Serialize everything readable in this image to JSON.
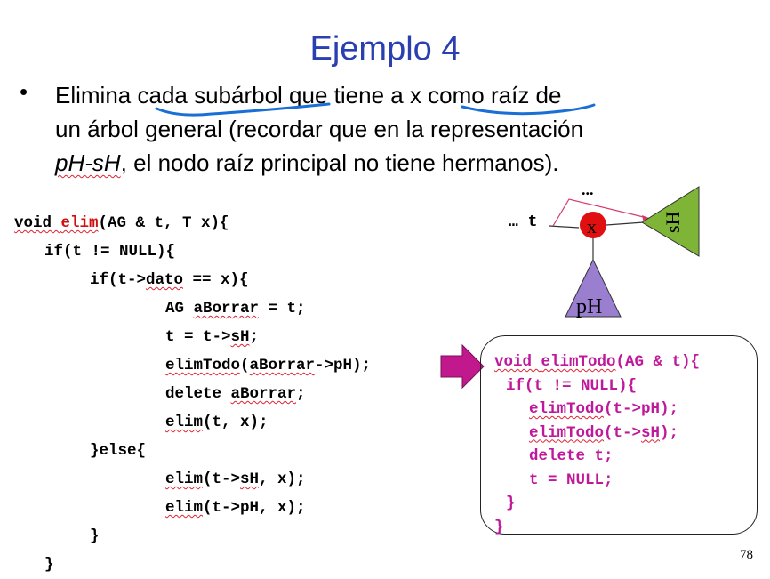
{
  "title": "Ejemplo 4",
  "bullet": {
    "symbol": "•",
    "l1_a": "Elimina ",
    "l1_b": "cada subárbol",
    "l1_c": " que tiene a ",
    "l1_d": "x como raíz",
    "l1_e": " de",
    "l2": "un árbol general (recordar que en la representación",
    "l3_a": "pH-sH",
    "l3_b": ", el nodo raíz principal no tiene hermanos)."
  },
  "code_elim": [
    {
      "indent": 0,
      "parts": [
        [
          "void ",
          "sq"
        ],
        [
          "elim",
          "red sq"
        ],
        [
          "(AG & t, T x){",
          ""
        ]
      ]
    },
    {
      "indent": 2,
      "parts": [
        [
          "if(t != NULL){",
          ""
        ]
      ]
    },
    {
      "indent": 5,
      "parts": [
        [
          "if(t->",
          ""
        ],
        [
          "dato",
          "sq"
        ],
        [
          " == x){",
          ""
        ]
      ]
    },
    {
      "indent": 10,
      "parts": [
        [
          "AG ",
          ""
        ],
        [
          "aBorrar",
          "sq"
        ],
        [
          " = t;",
          ""
        ]
      ]
    },
    {
      "indent": 10,
      "parts": [
        [
          "t = t->",
          ""
        ],
        [
          "sH",
          "sq"
        ],
        [
          ";",
          ""
        ]
      ]
    },
    {
      "indent": 10,
      "parts": [
        [
          "elimTodo",
          "sq"
        ],
        [
          "(",
          ""
        ],
        [
          "aBorrar",
          "sq"
        ],
        [
          "->pH);",
          ""
        ]
      ]
    },
    {
      "indent": 10,
      "parts": [
        [
          "delete ",
          ""
        ],
        [
          "aBorrar",
          "sq"
        ],
        [
          ";",
          ""
        ]
      ]
    },
    {
      "indent": 10,
      "parts": [
        [
          "elim",
          "sq"
        ],
        [
          "(t, x);",
          ""
        ]
      ]
    },
    {
      "indent": 5,
      "parts": [
        [
          "}else{",
          ""
        ]
      ]
    },
    {
      "indent": 10,
      "parts": [
        [
          "elim",
          "sq"
        ],
        [
          "(t->",
          ""
        ],
        [
          "sH",
          "sq"
        ],
        [
          ", x);",
          ""
        ]
      ]
    },
    {
      "indent": 10,
      "parts": [
        [
          "elim",
          "sq"
        ],
        [
          "(t->pH, x);",
          ""
        ]
      ]
    },
    {
      "indent": 5,
      "parts": [
        [
          "}",
          ""
        ]
      ]
    },
    {
      "indent": 2,
      "parts": [
        [
          "}",
          ""
        ]
      ]
    }
  ],
  "code_elimTodo": [
    {
      "indent": 0,
      "parts": [
        [
          "void ",
          "sq"
        ],
        [
          "elimTodo",
          "sq"
        ],
        [
          "(AG & t){",
          ""
        ]
      ]
    },
    {
      "indent": 1,
      "parts": [
        [
          "if(t != NULL){",
          ""
        ]
      ]
    },
    {
      "indent": 3,
      "parts": [
        [
          "elimTodo",
          "sq"
        ],
        [
          "(t->pH);",
          ""
        ]
      ]
    },
    {
      "indent": 3,
      "parts": [
        [
          "elimTodo",
          "sq"
        ],
        [
          "(t->",
          ""
        ],
        [
          "sH",
          "sq"
        ],
        [
          ");",
          ""
        ]
      ]
    },
    {
      "indent": 3,
      "parts": [
        [
          "delete t;",
          ""
        ]
      ]
    },
    {
      "indent": 3,
      "parts": [
        [
          "t = NULL;",
          ""
        ]
      ]
    },
    {
      "indent": 1,
      "parts": [
        [
          "}",
          ""
        ]
      ]
    },
    {
      "indent": 0,
      "parts": [
        [
          "}",
          ""
        ]
      ]
    }
  ],
  "diagram": {
    "dots_top": "...",
    "dots_left": "… t",
    "node": "x",
    "right_label": "sH",
    "bottom_label": "pH",
    "green": "#7fb537",
    "purple": "#9a7fd1",
    "node_red": "#e01010",
    "arrow_magenta": "#c2188d"
  },
  "page_number": "78"
}
